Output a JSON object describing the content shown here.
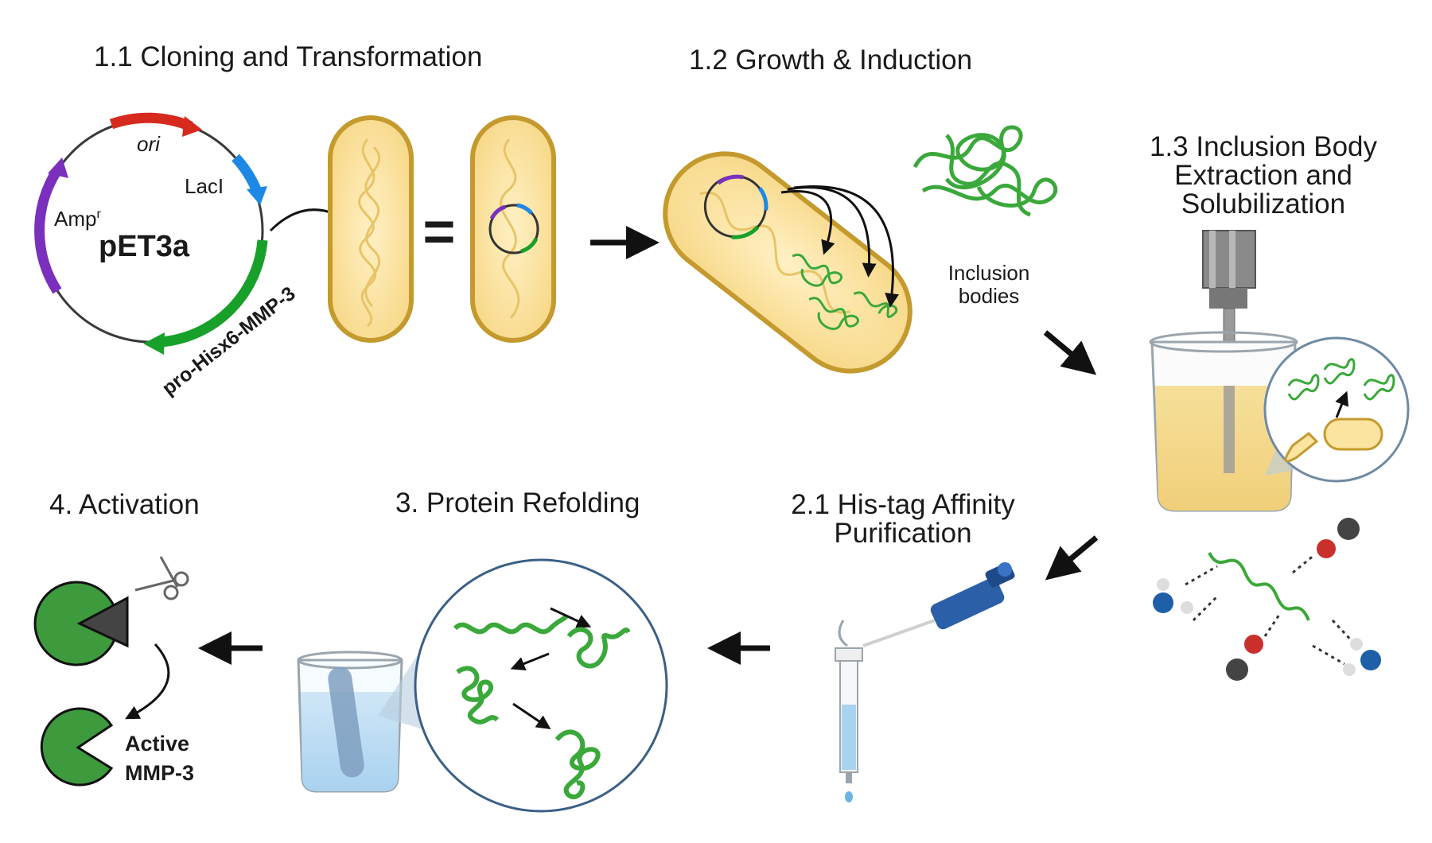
{
  "steps": {
    "s1_1": "1.1 Cloning and Transformation",
    "s1_2": "1.2 Growth & Induction",
    "s1_3": [
      "1.3 Inclusion Body",
      "Extraction and",
      "Solubilization"
    ],
    "s2_1": [
      "2.1 His-tag Affinity",
      "Purification"
    ],
    "s3": "3. Protein Refolding",
    "s4": "4. Activation"
  },
  "plasmid": {
    "name": "pET3a",
    "ori": "ori",
    "lacI": "LacI",
    "amp": "Amp",
    "amp_sup": "r",
    "insert": "pro-Hisx6-MMP-3"
  },
  "equals": "=",
  "inclusion_bodies": [
    "Inclusion",
    "bodies"
  ],
  "active": [
    "Active",
    "MMP-3"
  ],
  "colors": {
    "ori": "#d62a1e",
    "lacI": "#1e88e5",
    "amp": "#7b2fbe",
    "insert": "#17a02a",
    "cell_fill": "#fbe3a0",
    "cell_stroke": "#c49a2e",
    "protein": "#3aa83a",
    "pacman": "#3d9a3d",
    "arrow": "#111111"
  },
  "icons": [
    "scissors-icon",
    "pipette-icon",
    "sonicator-icon",
    "beaker-icon",
    "column-icon",
    "dialysis-cassette-icon"
  ]
}
